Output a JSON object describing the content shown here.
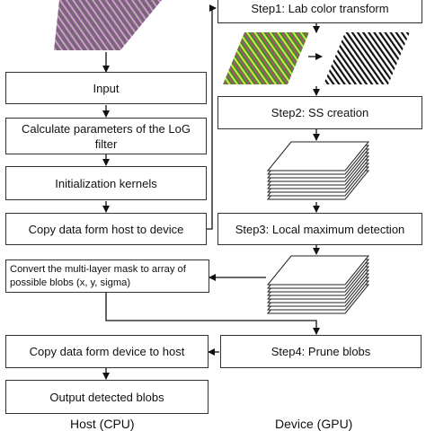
{
  "host": {
    "input": "Input",
    "calc_params": "Calculate parameters of the LoG filter",
    "init_kernels": "Initialization kernels",
    "copy_to_device": "Copy data form host to device",
    "convert_mask": "Convert the multi-layer mask to array of possible blobs (x, y, sigma)",
    "copy_to_host": "Copy data form device to host",
    "output": "Output detected blobs",
    "caption": "Host (CPU)"
  },
  "device": {
    "step1": "Step1: Lab color transform",
    "step2": "Step2: SS creation",
    "step3": "Step3: Local maximum detection",
    "step4": "Step4: Prune blobs",
    "caption": "Device (GPU)"
  }
}
